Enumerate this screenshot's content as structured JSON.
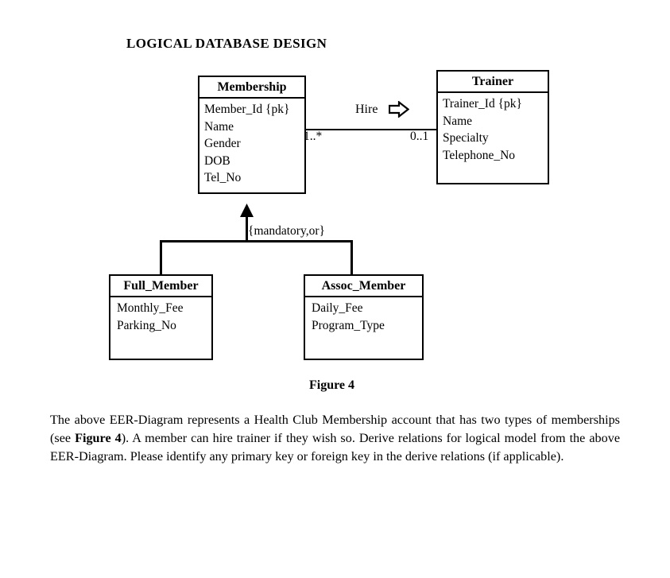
{
  "document": {
    "title": "LOGICAL DATABASE DESIGN",
    "figure_caption": "Figure 4"
  },
  "diagram": {
    "type": "EER-Diagram",
    "entities": [
      {
        "id": "membership",
        "name": "Membership",
        "attributes": [
          "Member_Id {pk}",
          "Name",
          "Gender",
          "DOB",
          "Tel_No"
        ]
      },
      {
        "id": "trainer",
        "name": "Trainer",
        "attributes": [
          "Trainer_Id  {pk}",
          "Name",
          "Specialty",
          "Telephone_No"
        ]
      },
      {
        "id": "full_member",
        "name": "Full_Member",
        "attributes": [
          "Monthly_Fee",
          "Parking_No"
        ]
      },
      {
        "id": "assoc_member",
        "name": "Assoc_Member",
        "attributes": [
          "Daily_Fee",
          "Program_Type"
        ]
      }
    ],
    "relationship": {
      "label": "Hire",
      "direction_icon": "right-block-arrow-icon",
      "source_multiplicity": "1..*",
      "target_multiplicity": "0..1"
    },
    "specialization": {
      "constraint_label": "{mandatory,or}",
      "arrow_icon": "up-triangle-icon"
    }
  },
  "body": {
    "paragraph_part1": "The above EER-Diagram represents a Health Club Membership account that has two types of memberships (see ",
    "paragraph_bold": "Figure 4",
    "paragraph_part2": "). A member can hire trainer if they wish so. Derive relations for logical model from the above EER-Diagram. Please identify any primary key or foreign key in the derive relations (if applicable)."
  },
  "colors": {
    "ink": "#000000",
    "page": "#ffffff"
  }
}
